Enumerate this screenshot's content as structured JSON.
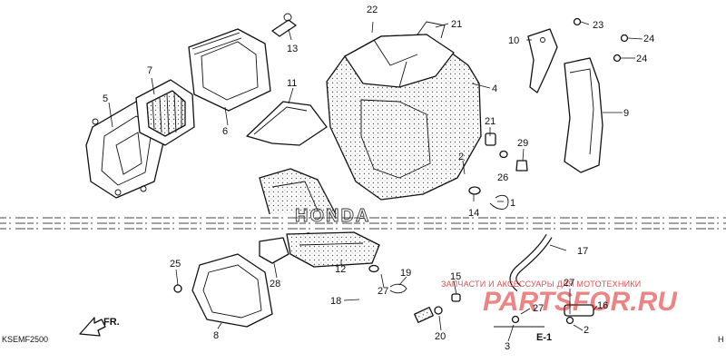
{
  "diagram": {
    "diagram_code": "KSEMF2500",
    "edge_code": "H",
    "front_label": "FR.",
    "detail_label": "E-1",
    "brand_label": "HONDA",
    "watermark_text": "ЗАПЧАСТИ И АКСЕССУАРЫ ДЛЯ МОТОТЕХНИКИ",
    "watermark_logo": "PARTSFOR.RU",
    "parts": {
      "p1": "1",
      "p2a": "2",
      "p2b": "2",
      "p3": "3",
      "p4": "4",
      "p5": "5",
      "p6": "6",
      "p7": "7",
      "p8": "8",
      "p9": "9",
      "p10": "10",
      "p11": "11",
      "p12": "12",
      "p13": "13",
      "p14": "14",
      "p15": "15",
      "p16": "16",
      "p17": "17",
      "p18": "18",
      "p19": "19",
      "p20": "20",
      "p21a": "21",
      "p21b": "21",
      "p22": "22",
      "p23": "23",
      "p24a": "24",
      "p24b": "24",
      "p25": "25",
      "p26": "26",
      "p27a": "27",
      "p27b": "27",
      "p27c": "27",
      "p28": "28",
      "p29": "29"
    },
    "colors": {
      "line": "#111111",
      "watermark": "#e02020",
      "background": "#ffffff"
    }
  }
}
